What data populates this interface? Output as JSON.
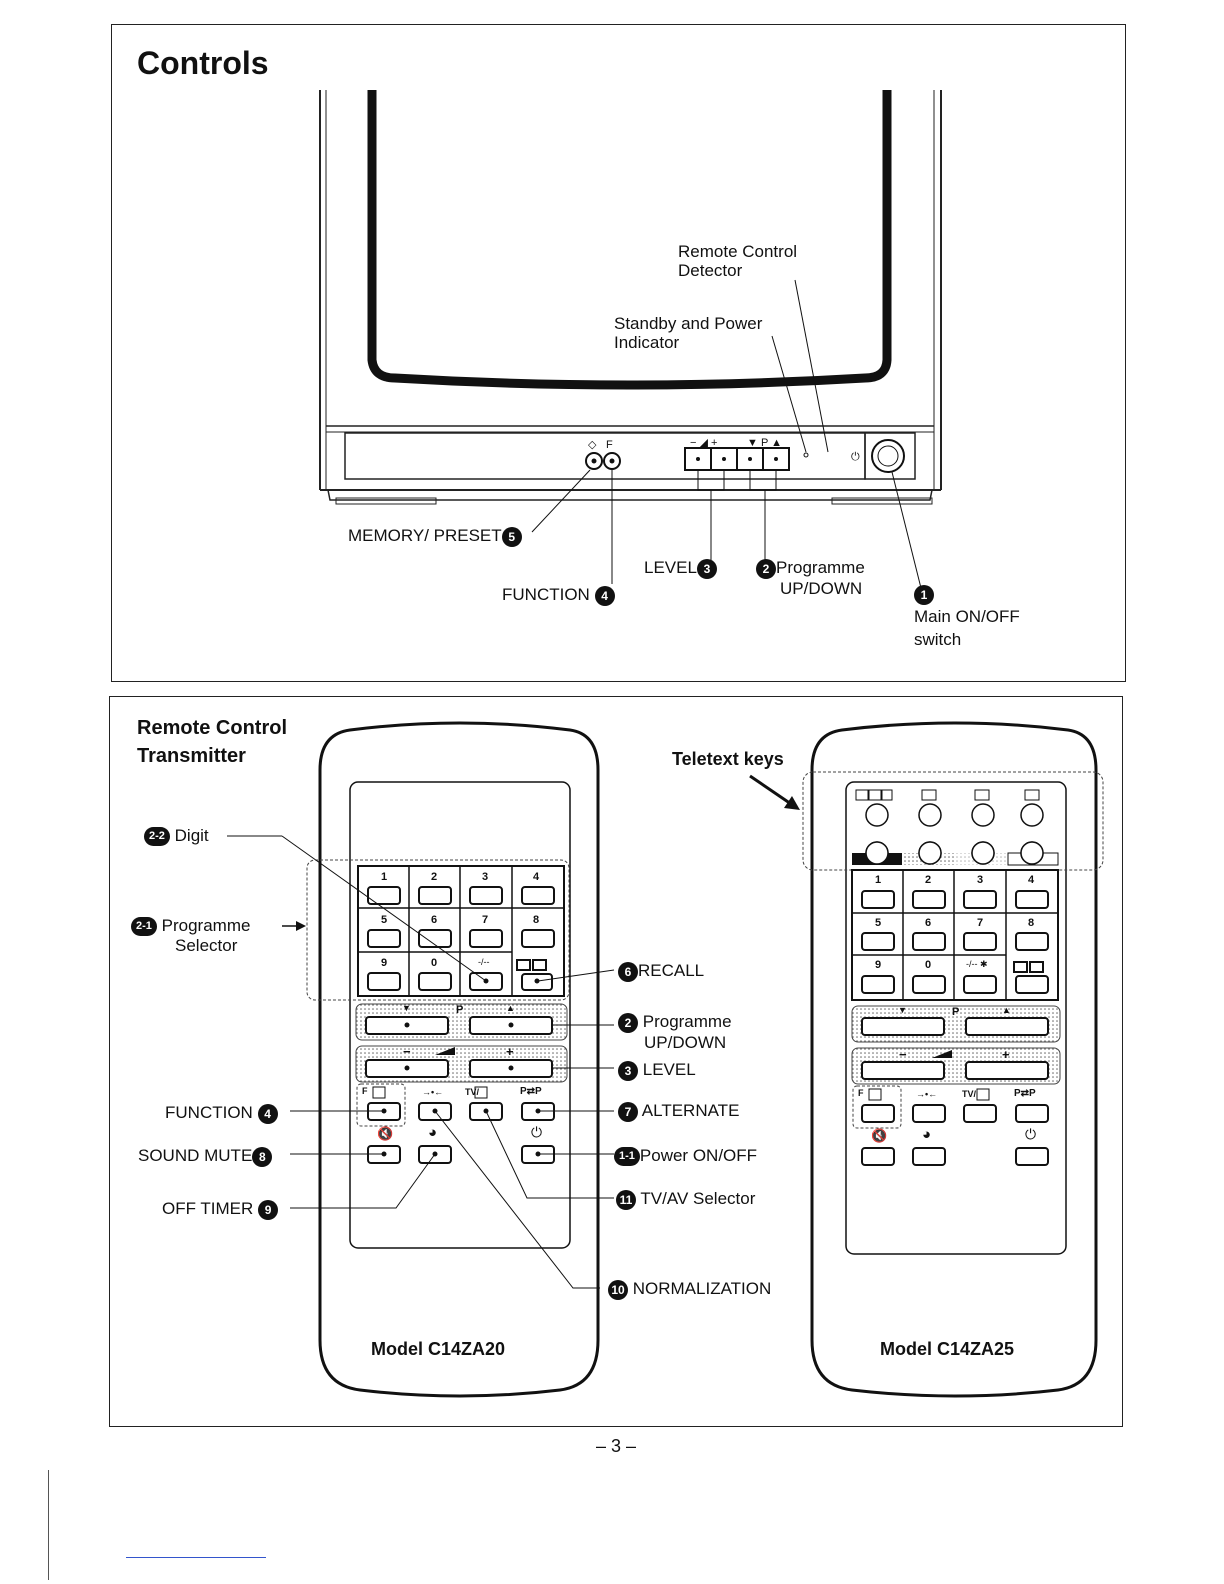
{
  "controls": {
    "title": "Controls",
    "remote_control_detector": [
      "Remote Control",
      "Detector"
    ],
    "standby_indicator": [
      "Standby and Power",
      "Indicator"
    ],
    "memory_preset": "MEMORY/ PRESET",
    "memory_preset_num": "5",
    "function": "FUNCTION",
    "function_num": "4",
    "level": "LEVEL",
    "level_num": "3",
    "programme": [
      "Programme",
      "UP/DOWN"
    ],
    "programme_num": "2",
    "main_switch": [
      "Main ON/OFF",
      "switch"
    ],
    "main_switch_num": "1",
    "tv_panel_symbols": {
      "memory": "◇",
      "function": "F",
      "level": "− ◢ +",
      "prog": "▼ P ▲",
      "power": "⏻"
    }
  },
  "remote": {
    "title": [
      "Remote Control",
      "Transmitter"
    ],
    "teletext_keys": "Teletext keys",
    "digit": "Digit",
    "digit_num": "2-2",
    "programme_selector": [
      "Programme",
      "Selector"
    ],
    "programme_selector_num": "2-1",
    "recall": "RECALL",
    "recall_num": "6",
    "programme_updown": [
      "Programme",
      "UP/DOWN"
    ],
    "programme_updown_num": "2",
    "level": "LEVEL",
    "level_num": "3",
    "function": "FUNCTION",
    "function_num": "4",
    "alternate": "ALTERNATE",
    "alternate_num": "7",
    "sound_mute": "SOUND MUTE",
    "sound_mute_num": "8",
    "power": "Power ON/OFF",
    "power_num": "1-1",
    "off_timer": "OFF TIMER",
    "off_timer_num": "9",
    "tvav": "TV/AV Selector",
    "tvav_num": "11",
    "normalization": "NORMALIZATION",
    "normalization_num": "10",
    "model_a": "Model C14ZA20",
    "model_b": "Model C14ZA25",
    "digits": [
      "1",
      "2",
      "3",
      "4",
      "5",
      "6",
      "7",
      "8",
      "9",
      "0"
    ],
    "dash_key_a": "-/--",
    "dash_key_b": "-/-- ✱",
    "p_label": "P",
    "key_symbols": {
      "function": "F",
      "normalize": "→•←",
      "tvav": "TV/",
      "alternate": "P⇄P",
      "mute": "🔇",
      "timer": "◕",
      "power": "⏻",
      "up": "▲",
      "down": "▼",
      "minus": "−",
      "plus": "+"
    }
  },
  "page_number": "– 3 –"
}
